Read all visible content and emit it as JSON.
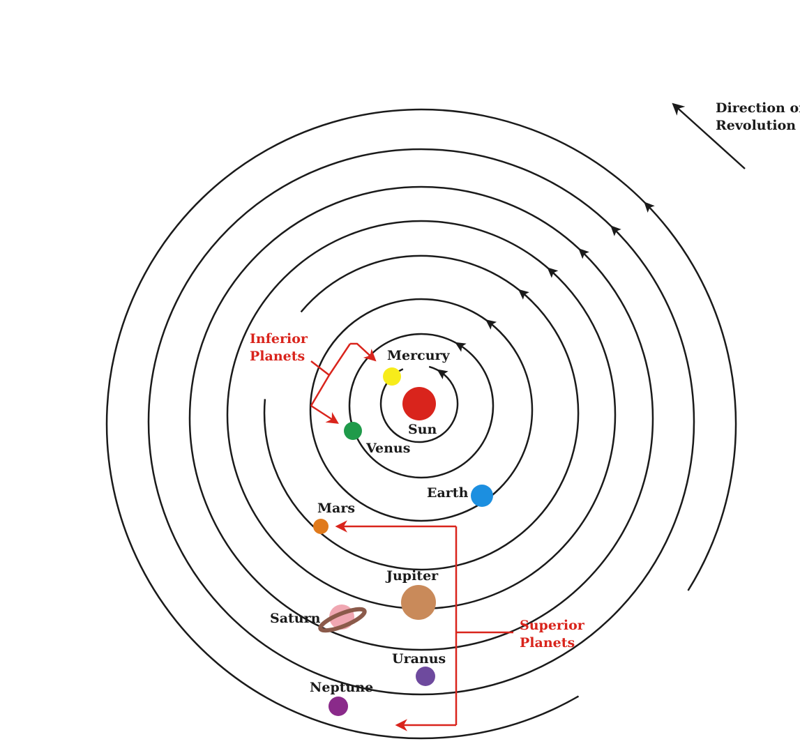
{
  "direction_label": {
    "line1": "Direction of",
    "line2": "Revolution"
  },
  "sun": {
    "name": "Sun",
    "color": "#d9241c"
  },
  "planets": [
    {
      "name": "Mercury",
      "color": "#f7ec1b"
    },
    {
      "name": "Venus",
      "color": "#1f9a4a"
    },
    {
      "name": "Earth",
      "color": "#1c8fe0"
    },
    {
      "name": "Mars",
      "color": "#e07a1c"
    },
    {
      "name": "Jupiter",
      "color": "#c98a5a"
    },
    {
      "name": "Saturn",
      "color": "#f0a7b2",
      "ring_color": "#8b5a4a"
    },
    {
      "name": "Uranus",
      "color": "#6e4a9e"
    },
    {
      "name": "Neptune",
      "color": "#8a2a8a"
    }
  ],
  "groups": {
    "inferior": {
      "line1": "Inferior",
      "line2": "Planets"
    },
    "superior": {
      "line1": "Superior",
      "line2": "Planets"
    }
  },
  "colors": {
    "orbit": "#1a1a1a",
    "annotation": "#d9241c"
  }
}
